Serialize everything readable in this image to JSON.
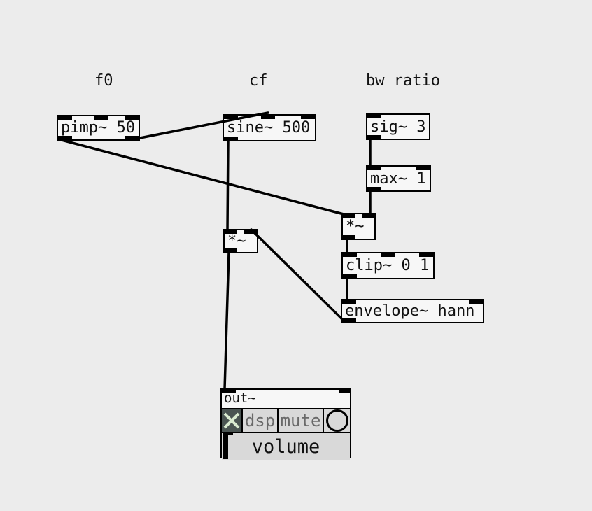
{
  "app": {
    "title": "Pure Data patch canvas"
  },
  "colors": {
    "canvas_bg": "#ececec",
    "box_fill": "#f7f7f7",
    "box_border": "#000000",
    "cord": "#000000",
    "toggle_bg": "#4a5452",
    "toggle_x": "#d9ead0",
    "button_bg": "#d9d9d9",
    "button_text": "#696969"
  },
  "comments": [
    {
      "id": "f0",
      "text": "f0"
    },
    {
      "id": "cf",
      "text": "cf"
    },
    {
      "id": "bw-ratio",
      "text": "bw ratio"
    }
  ],
  "objects": [
    {
      "id": "pimp",
      "text": "pimp~ 50"
    },
    {
      "id": "sine",
      "text": "sine~ 500"
    },
    {
      "id": "sig",
      "text": "sig~ 3"
    },
    {
      "id": "max",
      "text": "max~ 1"
    },
    {
      "id": "mul-right",
      "text": "*~"
    },
    {
      "id": "mul-left",
      "text": "*~"
    },
    {
      "id": "clip",
      "text": "clip~ 0 1"
    },
    {
      "id": "envelope",
      "text": "envelope~ hann"
    }
  ],
  "out_panel": {
    "title": "out~",
    "dsp_label": "dsp",
    "mute_label": "mute",
    "volume_label": "volume",
    "toggle_state": "on",
    "volume_knob_position": "far-left"
  },
  "connections": [
    {
      "from": "pimp~ 50 right outlet",
      "to": "sine~ 500 middle inlet"
    },
    {
      "from": "pimp~ 50 left outlet",
      "to": "*~ (right) left inlet"
    },
    {
      "from": "sine~ 500 left outlet",
      "to": "*~ (left) left inlet"
    },
    {
      "from": "sig~ 3 outlet",
      "to": "max~ 1 left inlet"
    },
    {
      "from": "max~ 1 outlet",
      "to": "*~ (right) right inlet"
    },
    {
      "from": "*~ (right) outlet",
      "to": "clip~ 0 1 left inlet"
    },
    {
      "from": "clip~ 0 1 outlet",
      "to": "envelope~ hann left inlet"
    },
    {
      "from": "envelope~ hann outlet",
      "to": "*~ (left) right inlet"
    },
    {
      "from": "*~ (left) outlet",
      "to": "out~ left inlet"
    }
  ]
}
